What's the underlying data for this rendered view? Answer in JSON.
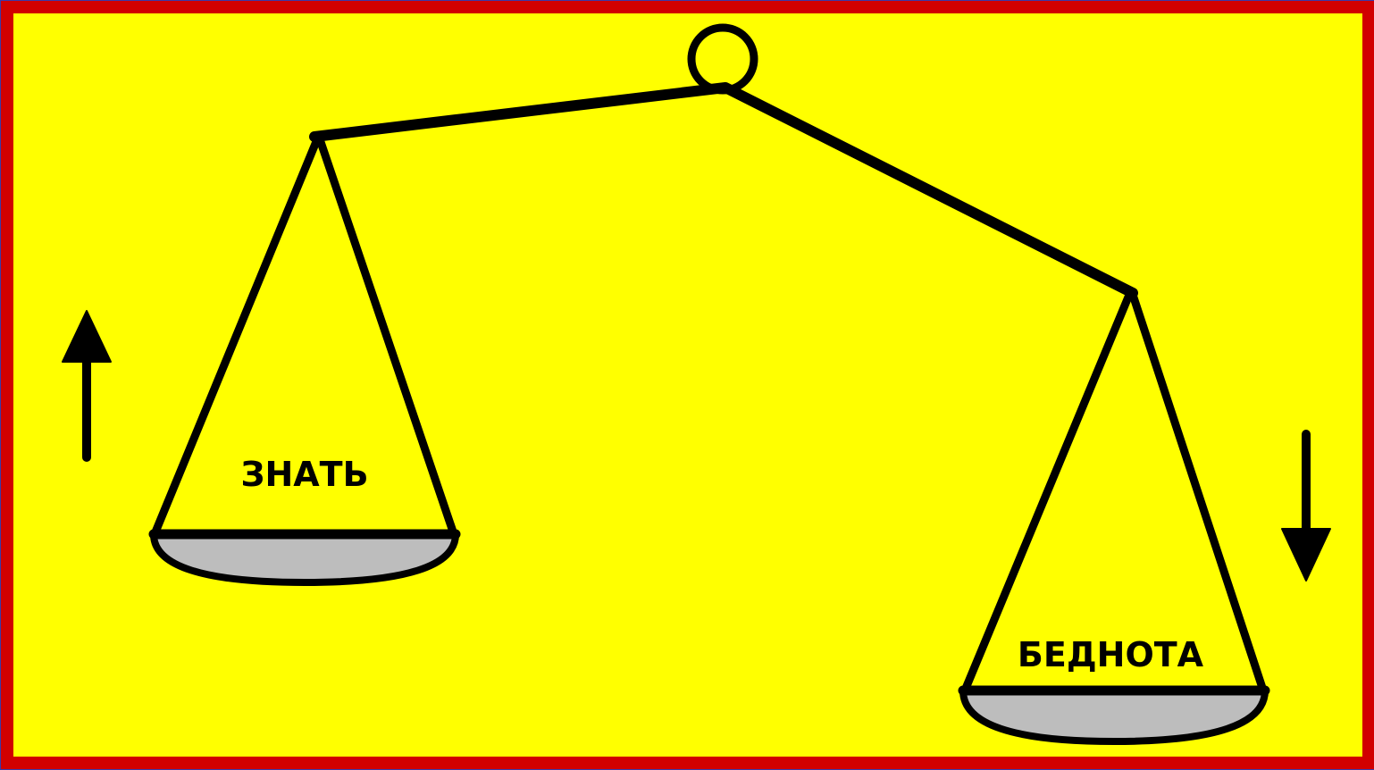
{
  "diagram": {
    "left_pan": {
      "label": "ЗНАТЬ",
      "direction": "up"
    },
    "right_pan": {
      "label": "БЕДНОТА",
      "direction": "down"
    }
  },
  "colors": {
    "background": "#ffff00",
    "frame": "#d10000",
    "outline": "#000000",
    "pan_fill": "#bdbdbd"
  }
}
